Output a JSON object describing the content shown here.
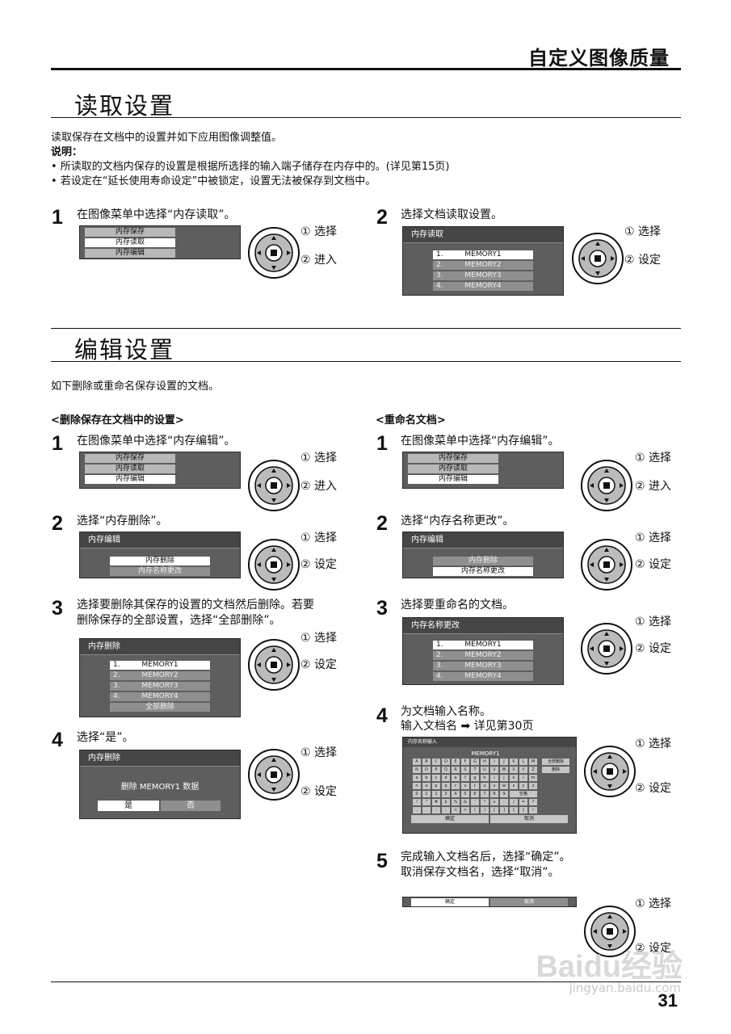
{
  "header_title": "自定义图像质量",
  "read": {
    "title": "读取设置",
    "intro": "读取保存在文档中的设置并如下应用图像调整值。",
    "note_label": "说明：",
    "note1": "• 所读取的文档内保存的设置是根据所选择的输入端子储存在内存中的。(详见第15页)",
    "note2": "• 若设定在“延长使用寿命设定”中被锁定，设置无法被保存到文档中。",
    "s1_no": "1",
    "s1_text": "在图像菜单中选择“内存读取”。",
    "s1_menu": [
      "内存保存",
      "内存读取",
      "内存编辑"
    ],
    "s1_l1": "① 选择",
    "s1_l2": "② 进入",
    "s2_no": "2",
    "s2_text": "选择文档读取设置。",
    "s2_screen_title": "内存读取",
    "s2_items": [
      {
        "n": "1.",
        "t": "MEMORY1"
      },
      {
        "n": "2.",
        "t": "MEMORY2"
      },
      {
        "n": "3.",
        "t": "MEMORY3"
      },
      {
        "n": "4.",
        "t": "MEMORY4"
      }
    ],
    "s2_l1": "① 选择",
    "s2_l2": "② 设定"
  },
  "edit": {
    "title": "编辑设置",
    "intro": "如下删除或重命名保存设置的文档。",
    "del": {
      "heading": "<删除保存在文档中的设置>",
      "s1_no": "1",
      "s1_text": "在图像菜单中选择“内存编辑”。",
      "s1_menu": [
        "内存保存",
        "内存读取",
        "内存编辑"
      ],
      "s1_l1": "① 选择",
      "s1_l2": "② 进入",
      "s2_no": "2",
      "s2_text": "选择“内存删除”。",
      "s2_screen_title": "内存编辑",
      "s2_items": [
        "内存删除",
        "内存名称更改"
      ],
      "s2_l1": "① 选择",
      "s2_l2": "② 设定",
      "s3_no": "3",
      "s3_text1": "选择要删除其保存的设置的文档然后删除。若要",
      "s3_text2": "删除保存的全部设置，选择“全部删除”。",
      "s3_screen_title": "内存删除",
      "s3_items": [
        {
          "n": "1.",
          "t": "MEMORY1"
        },
        {
          "n": "2.",
          "t": "MEMORY2"
        },
        {
          "n": "3.",
          "t": "MEMORY3"
        },
        {
          "n": "4.",
          "t": "MEMORY4"
        }
      ],
      "s3_all": "全部删除",
      "s3_l1": "① 选择",
      "s3_l2": "② 设定",
      "s4_no": "4",
      "s4_text": "选择“是”。",
      "s4_screen_title": "内存删除",
      "s4_msg": "删除 MEMORY1 数据",
      "s4_yes": "是",
      "s4_no_btn": "否",
      "s4_l1": "① 选择",
      "s4_l2": "② 设定"
    },
    "ren": {
      "heading": "<重命名文档>",
      "s1_no": "1",
      "s1_text": "在图像菜单中选择“内存编辑”。",
      "s1_menu": [
        "内存保存",
        "内存读取",
        "内存编辑"
      ],
      "s1_l1": "① 选择",
      "s1_l2": "② 进入",
      "s2_no": "2",
      "s2_text": "选择“内存名称更改”。",
      "s2_screen_title": "内存编辑",
      "s2_items": [
        "内存删除",
        "内存名称更改"
      ],
      "s2_l1": "① 选择",
      "s2_l2": "② 设定",
      "s3_no": "3",
      "s3_text": "选择要重命名的文档。",
      "s3_screen_title": "内存名称更改",
      "s3_items": [
        {
          "n": "1.",
          "t": "MEMORY1"
        },
        {
          "n": "2.",
          "t": "MEMORY2"
        },
        {
          "n": "3.",
          "t": "MEMORY3"
        },
        {
          "n": "4.",
          "t": "MEMORY4"
        }
      ],
      "s3_l1": "① 选择",
      "s3_l2": "② 设定",
      "s4_no": "4",
      "s4_text1": "为文档输入名称。",
      "s4_text2": "输入文档名 ➡ 详见第30页",
      "s4_screen_title": "内存名称输入",
      "s4_name": "MEMORY1",
      "s4_rows": [
        [
          "A",
          "B",
          "C",
          "D",
          "E",
          "F",
          "G",
          "H",
          "I",
          "J",
          "K",
          "L",
          "M"
        ],
        [
          "N",
          "O",
          "P",
          "Q",
          "R",
          "S",
          "T",
          "U",
          "V",
          "W",
          "X",
          "Y",
          "Z"
        ],
        [
          "a",
          "b",
          "c",
          "d",
          "e",
          "f",
          "g",
          "h",
          "i",
          "j",
          "k",
          "l",
          "m"
        ],
        [
          "n",
          "o",
          "p",
          "q",
          "r",
          "s",
          "t",
          "u",
          "v",
          "w",
          "x",
          "y",
          "z"
        ],
        [
          "0",
          "1",
          "2",
          "3",
          "4",
          "5",
          "6",
          "7",
          "8",
          "9"
        ],
        [
          "!",
          "\"",
          "#",
          "$",
          "%",
          "&",
          "'",
          "*",
          "+",
          "-",
          "/",
          "=",
          "?"
        ],
        [
          ",",
          ".",
          ":",
          ";",
          "<",
          ">",
          "(",
          ")",
          "[",
          "]",
          "{",
          "}",
          "~"
        ]
      ],
      "s4_alldel": "全部删除",
      "s4_del": "删除",
      "s4_space": "空格",
      "s4_ok": "确定",
      "s4_cancel": "取消",
      "s4_l1": "① 选择",
      "s4_l2": "② 设定",
      "s5_no": "5",
      "s5_text1": "完成输入文档名后，选择“确定”。",
      "s5_text2": "取消保存文档名，选择“取消”。",
      "s5_ok": "确定",
      "s5_cancel": "取消",
      "s5_l1": "① 选择",
      "s5_l2": "② 设定"
    }
  },
  "watermark": "Baidu经验",
  "watermark_url": "jingyan.baidu.com",
  "page_number": "31"
}
